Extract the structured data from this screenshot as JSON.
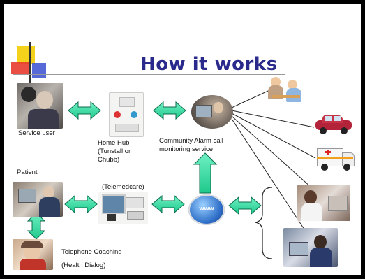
{
  "title": "How it works",
  "labels": {
    "service_user": "Service user",
    "home_hub_line1": "Home Hub",
    "home_hub_line2": "(Tunstall or",
    "home_hub_line3": "Chubb)",
    "community_line1": "Community Alarm call",
    "community_line2": "monitoring service",
    "patient": "Patient",
    "telemedcare": "(Telemedcare)",
    "coaching_line1": "Telephone Coaching",
    "coaching_line2": "(Health Dialog)",
    "www": "www"
  },
  "colors": {
    "title": "#2a2a8c",
    "arrow_fill": "#3ee0a8",
    "arrow_stroke": "#0b6b4a",
    "logo_yellow": "#f4d21c",
    "logo_red": "#e83a2c",
    "logo_blue": "#3a4fd0"
  }
}
